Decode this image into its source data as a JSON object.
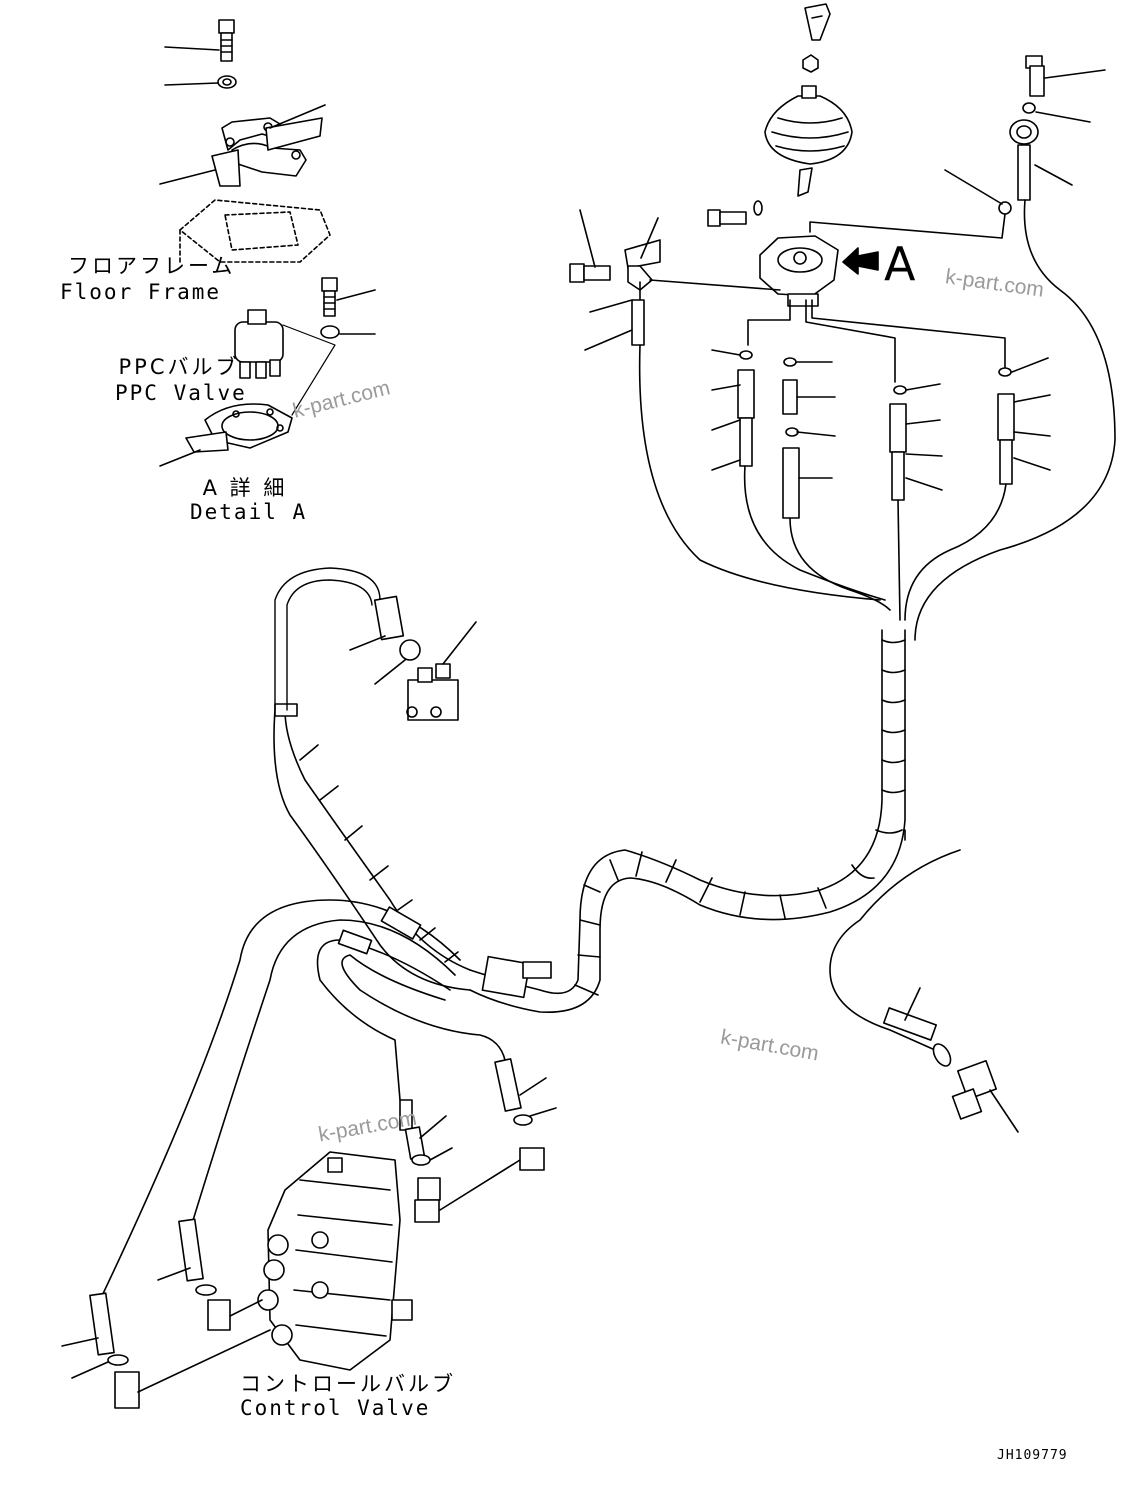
{
  "labels": {
    "floor_frame_jp": "フロアフレーム",
    "floor_frame_en": "Floor Frame",
    "ppc_valve_jp": "PPCバルブ",
    "ppc_valve_en": "PPC Valve",
    "detail_a_jp": "A 詳 細",
    "detail_a_en": "Detail A",
    "control_valve_jp": "コントロールバルブ",
    "control_valve_en": "Control Valve",
    "view_arrow": "A"
  },
  "watermark": "k-part.com",
  "document_id": "JH109779",
  "colors": {
    "line": "#000000",
    "watermark": "#9a9a9a",
    "background": "#ffffff"
  }
}
